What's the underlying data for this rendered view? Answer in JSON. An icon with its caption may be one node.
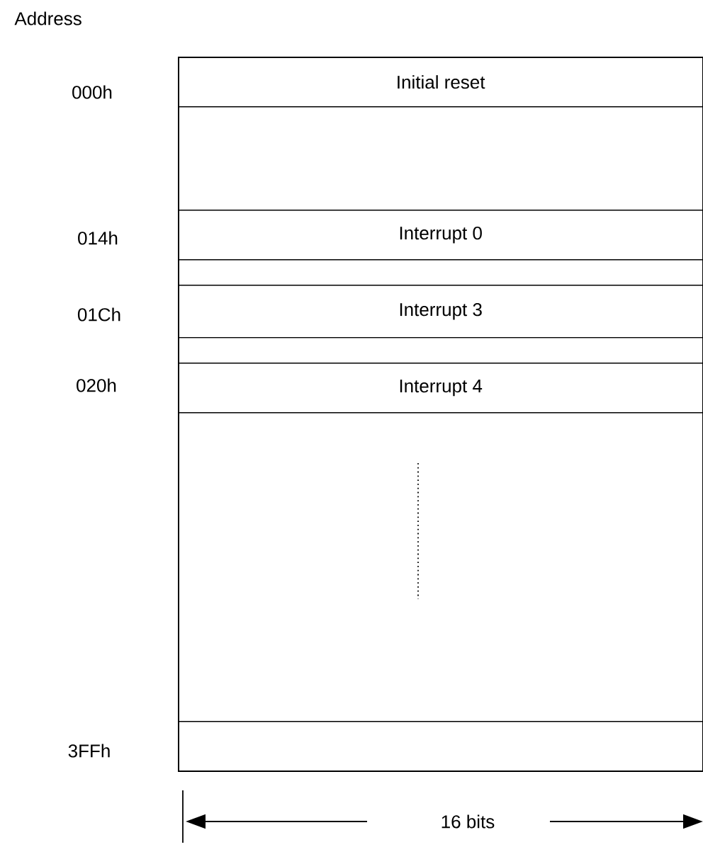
{
  "diagram": {
    "nodes": [
      {
        "text": [],
        "shape": "box"
      },
      {
        "text": [
          "Initial reset"
        ],
        "in": 0
      },
      {
        "text": [
          "Interrupt 0"
        ],
        "in": 0
      },
      {
        "text": [
          "Interrupt 3"
        ],
        "in": 0
      },
      {
        "text": [
          "Interrupt 4"
        ],
        "in": 0
      },
      {
        "text": [],
        "shape": "box",
        "in": 0
      }
    ],
    "labels": [
      "Address",
      "000h",
      "014h",
      "01Ch",
      "020h",
      "3FFh",
      "16 bits"
    ]
  }
}
